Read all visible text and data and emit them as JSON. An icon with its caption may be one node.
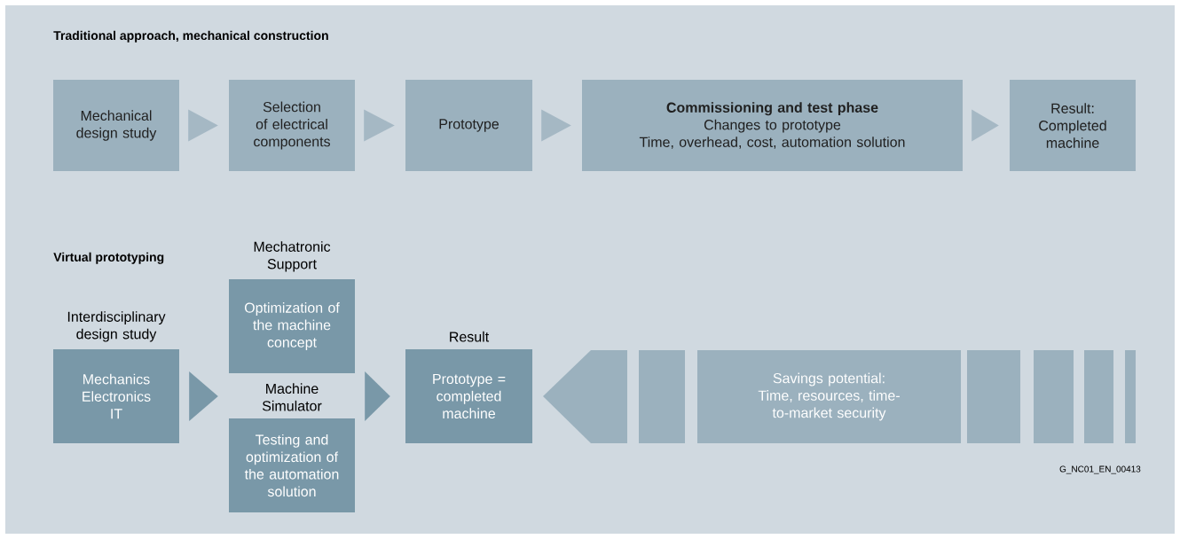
{
  "diagram": {
    "nodes": [
      {
        "text": [
          "Mechanical design study"
        ]
      },
      {
        "text": [
          "Selection of electrical components"
        ]
      },
      {
        "text": [
          "Prototype"
        ]
      },
      {
        "text": [
          "Commissioning and test phase",
          "Changes to prototype",
          "Time, overhead, cost, automation solution"
        ]
      },
      {
        "text": [
          "Result: Completed machine"
        ]
      },
      {
        "text": [
          "Interdisciplinary design study",
          "Mechanics Electronics IT"
        ]
      },
      {
        "text": [
          "Mechatronic Support",
          "Optimization of the machine concept"
        ]
      },
      {
        "text": [
          "Machine Simulator",
          "Testing and optimization of the automation solution"
        ]
      },
      {
        "text": [
          "Result",
          "Prototype = completed machine"
        ]
      },
      {
        "text": [
          "Savings potential:",
          "Time, resources, time-to-market security"
        ]
      }
    ],
    "edges": [
      {
        "from": 0,
        "to": 1,
        "arrow": "to"
      },
      {
        "from": 1,
        "to": 2,
        "arrow": "to"
      },
      {
        "from": 2,
        "to": 3,
        "arrow": "to"
      },
      {
        "from": 3,
        "to": 4,
        "arrow": "to"
      },
      {
        "from": 5,
        "to": 6,
        "arrow": "to"
      },
      {
        "from": 5,
        "to": 7,
        "arrow": "to"
      },
      {
        "from": 6,
        "to": 8,
        "arrow": "to"
      },
      {
        "from": 7,
        "to": 8,
        "arrow": "to"
      }
    ],
    "labels": [
      "Traditional approach, mechanical construction",
      "Virtual prototyping",
      "G_NC01_EN_00413"
    ]
  }
}
